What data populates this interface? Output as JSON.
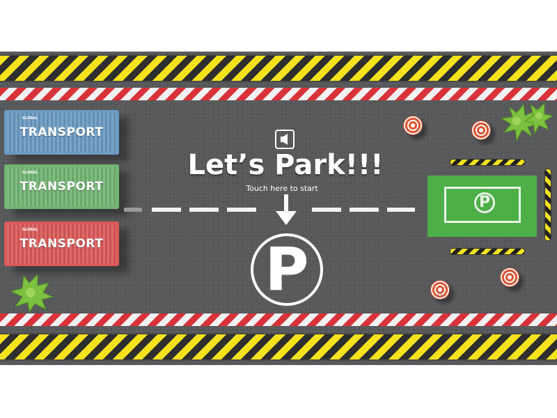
{
  "title": "Let’s Park!!!",
  "subtitle": "Touch here to start",
  "parking_symbol": "P",
  "spot_symbol": "P",
  "containers": [
    {
      "label": "TRANSPORT",
      "small_label": "GLOBAL",
      "color": "#6b9bc3"
    },
    {
      "label": "TRANSPORT",
      "small_label": "GLOBAL",
      "color": "#72b573"
    },
    {
      "label": "TRANSPORT",
      "small_label": "GLOBAL",
      "color": "#dc5a5a"
    }
  ],
  "icons": {
    "sound": "speaker-icon",
    "arrow": "down-arrow-icon",
    "cone": "traffic-cone-icon",
    "bush": "bush-icon"
  },
  "colors": {
    "asphalt": "#58595b",
    "hazard_yellow": "#f4e21d",
    "stripe_red": "#d9323a",
    "parking_green": "#4caf47",
    "text": "#ffffff"
  }
}
